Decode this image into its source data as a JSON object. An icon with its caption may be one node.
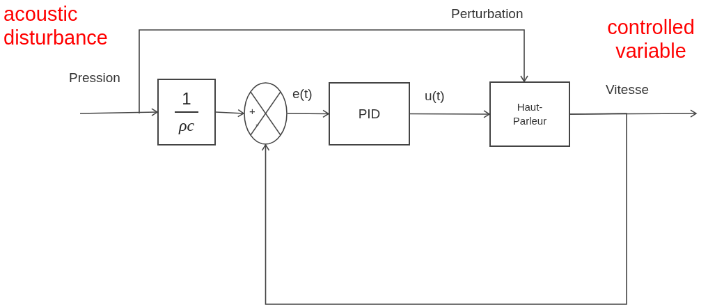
{
  "diagram": {
    "nodes": [
      {
        "text": [
          "1",
          "ρc"
        ]
      },
      {
        "text": [
          "+",
          "-"
        ]
      },
      {
        "text": [
          "PID"
        ]
      },
      {
        "text": [
          "Haut- Parleur"
        ]
      }
    ],
    "edges": [
      {
        "from": null,
        "to": 0,
        "arrow": "to",
        "label": "Pression"
      },
      {
        "from": null,
        "to": 3,
        "arrow": "to",
        "label": "Perturbation"
      },
      {
        "from": 0,
        "to": 1,
        "arrow": "to"
      },
      {
        "from": 1,
        "to": 2,
        "arrow": "to",
        "label": "e(t)"
      },
      {
        "from": 2,
        "to": 3,
        "arrow": "to",
        "label": "u(t)"
      },
      {
        "from": 3,
        "to": null,
        "arrow": "to",
        "label": "Vitesse"
      },
      {
        "from": 3,
        "to": 1,
        "arrow": "to"
      }
    ],
    "labels": [
      "acoustic disturbance",
      "controlled variable"
    ]
  }
}
